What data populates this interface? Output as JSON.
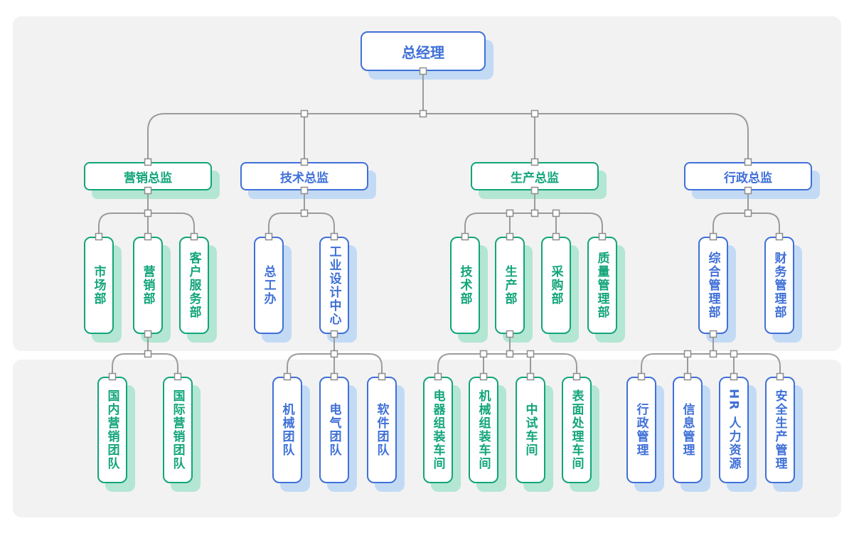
{
  "org_chart": {
    "type": "org-tree",
    "colors": {
      "blue": "#3f70d8",
      "blue_shadow": "#c3daf5",
      "green": "#12a57a",
      "green_shadow": "#b3e6d3",
      "connector": "#9b9b9b",
      "panel_background": "#f2f2f3"
    },
    "nodes": {
      "general_manager": {
        "label": "总经理",
        "theme": "blue",
        "parent": null
      },
      "marketing_director": {
        "label": "营销总监",
        "theme": "green",
        "parent": "general_manager"
      },
      "tech_director": {
        "label": "技术总监",
        "theme": "blue",
        "parent": "general_manager"
      },
      "production_director": {
        "label": "生产总监",
        "theme": "green",
        "parent": "general_manager"
      },
      "admin_director": {
        "label": "行政总监",
        "theme": "blue",
        "parent": "general_manager"
      },
      "market_dept": {
        "label": "市场部",
        "theme": "green",
        "parent": "marketing_director"
      },
      "marketing_dept": {
        "label": "营销部",
        "theme": "green",
        "parent": "marketing_director"
      },
      "customer_service_dept": {
        "label": "客户服务部",
        "theme": "green",
        "parent": "marketing_director"
      },
      "chief_engineer_office": {
        "label": "总工办",
        "theme": "blue",
        "parent": "tech_director"
      },
      "industrial_design_center": {
        "label": "工业设计中心",
        "theme": "blue",
        "parent": "tech_director"
      },
      "tech_dept": {
        "label": "技术部",
        "theme": "green",
        "parent": "production_director"
      },
      "production_dept": {
        "label": "生产部",
        "theme": "green",
        "parent": "production_director"
      },
      "purchasing_dept": {
        "label": "采购部",
        "theme": "green",
        "parent": "production_director"
      },
      "quality_mgmt_dept": {
        "label": "质量管理部",
        "theme": "green",
        "parent": "production_director"
      },
      "general_mgmt_dept": {
        "label": "综合管理部",
        "theme": "blue",
        "parent": "admin_director"
      },
      "finance_mgmt_dept": {
        "label": "财务管理部",
        "theme": "blue",
        "parent": "admin_director"
      },
      "domestic_marketing_team": {
        "label": "国内营销团队",
        "theme": "green",
        "parent": "marketing_dept"
      },
      "international_marketing_team": {
        "label": "国际营销团队",
        "theme": "green",
        "parent": "marketing_dept"
      },
      "mechanical_team": {
        "label": "机械团队",
        "theme": "blue",
        "parent": "industrial_design_center"
      },
      "electrical_team": {
        "label": "电气团队",
        "theme": "blue",
        "parent": "industrial_design_center"
      },
      "software_team": {
        "label": "软件团队",
        "theme": "blue",
        "parent": "industrial_design_center"
      },
      "electrical_assembly_workshop": {
        "label": "电器组装车间",
        "theme": "green",
        "parent": "production_dept"
      },
      "mechanical_assembly_workshop": {
        "label": "机械组装车间",
        "theme": "green",
        "parent": "production_dept"
      },
      "pilot_test_workshop": {
        "label": "中试车间",
        "theme": "green",
        "parent": "production_dept"
      },
      "surface_treatment_workshop": {
        "label": "表面处理车间",
        "theme": "green",
        "parent": "production_dept"
      },
      "admin_mgmt": {
        "label": "行政管理",
        "theme": "blue",
        "parent": "general_mgmt_dept"
      },
      "info_mgmt": {
        "label": "信息管理",
        "theme": "blue",
        "parent": "general_mgmt_dept"
      },
      "hr": {
        "label": "HR 人力资源",
        "theme": "blue",
        "parent": "general_mgmt_dept"
      },
      "safety_mgmt": {
        "label": "安全生产管理",
        "theme": "blue",
        "parent": "general_mgmt_dept"
      }
    }
  }
}
